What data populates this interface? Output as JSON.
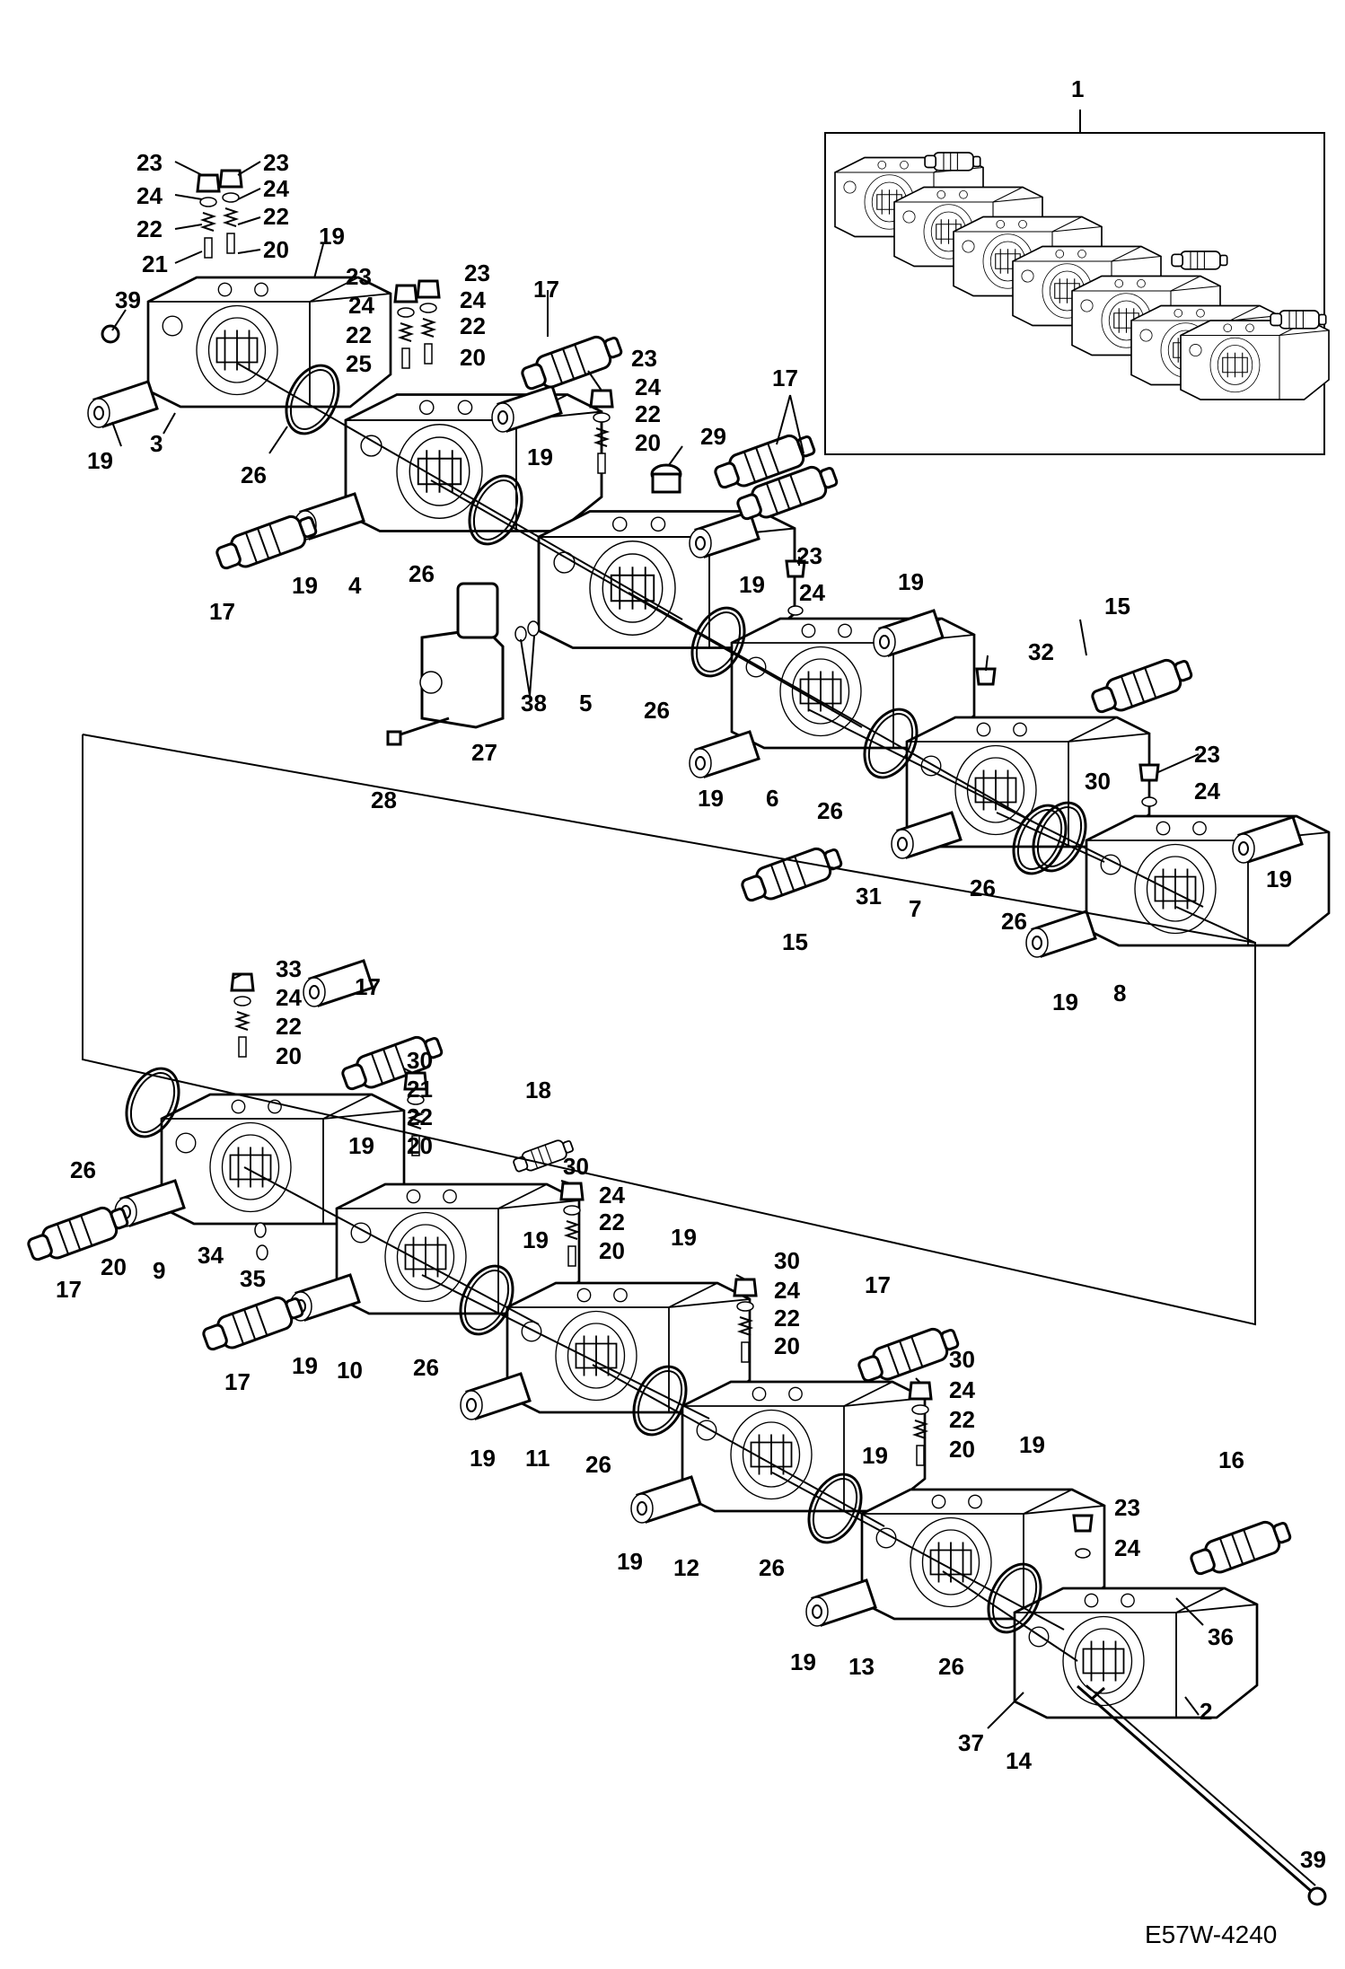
{
  "drawing_code": "E57W-4240",
  "callouts": [
    {
      "t": "1"
    },
    {
      "t": "23"
    },
    {
      "t": "23"
    },
    {
      "t": "24"
    },
    {
      "t": "24"
    },
    {
      "t": "22"
    },
    {
      "t": "22"
    },
    {
      "t": "21"
    },
    {
      "t": "20"
    },
    {
      "t": "19"
    },
    {
      "t": "39"
    },
    {
      "t": "19"
    },
    {
      "t": "3"
    },
    {
      "t": "26"
    },
    {
      "t": "23"
    },
    {
      "t": "23"
    },
    {
      "t": "24"
    },
    {
      "t": "24"
    },
    {
      "t": "22"
    },
    {
      "t": "22"
    },
    {
      "t": "25"
    },
    {
      "t": "20"
    },
    {
      "t": "17"
    },
    {
      "t": "19"
    },
    {
      "t": "17"
    },
    {
      "t": "19"
    },
    {
      "t": "4"
    },
    {
      "t": "23"
    },
    {
      "t": "24"
    },
    {
      "t": "22"
    },
    {
      "t": "20"
    },
    {
      "t": "29"
    },
    {
      "t": "17"
    },
    {
      "t": "26"
    },
    {
      "t": "19"
    },
    {
      "t": "38"
    },
    {
      "t": "5"
    },
    {
      "t": "27"
    },
    {
      "t": "28"
    },
    {
      "t": "23"
    },
    {
      "t": "24"
    },
    {
      "t": "19"
    },
    {
      "t": "26"
    },
    {
      "t": "19"
    },
    {
      "t": "6"
    },
    {
      "t": "15"
    },
    {
      "t": "32"
    },
    {
      "t": "26"
    },
    {
      "t": "30"
    },
    {
      "t": "23"
    },
    {
      "t": "24"
    },
    {
      "t": "31"
    },
    {
      "t": "7"
    },
    {
      "t": "26"
    },
    {
      "t": "26"
    },
    {
      "t": "19"
    },
    {
      "t": "15"
    },
    {
      "t": "19"
    },
    {
      "t": "8"
    },
    {
      "t": "33"
    },
    {
      "t": "24"
    },
    {
      "t": "22"
    },
    {
      "t": "20"
    },
    {
      "t": "17"
    },
    {
      "t": "26"
    },
    {
      "t": "19"
    },
    {
      "t": "17"
    },
    {
      "t": "20"
    },
    {
      "t": "9"
    },
    {
      "t": "34"
    },
    {
      "t": "35"
    },
    {
      "t": "30"
    },
    {
      "t": "21"
    },
    {
      "t": "22"
    },
    {
      "t": "20"
    },
    {
      "t": "18"
    },
    {
      "t": "19"
    },
    {
      "t": "17"
    },
    {
      "t": "19"
    },
    {
      "t": "10"
    },
    {
      "t": "26"
    },
    {
      "t": "30"
    },
    {
      "t": "24"
    },
    {
      "t": "22"
    },
    {
      "t": "20"
    },
    {
      "t": "19"
    },
    {
      "t": "19"
    },
    {
      "t": "11"
    },
    {
      "t": "26"
    },
    {
      "t": "30"
    },
    {
      "t": "24"
    },
    {
      "t": "22"
    },
    {
      "t": "20"
    },
    {
      "t": "17"
    },
    {
      "t": "19"
    },
    {
      "t": "19"
    },
    {
      "t": "12"
    },
    {
      "t": "26"
    },
    {
      "t": "30"
    },
    {
      "t": "24"
    },
    {
      "t": "22"
    },
    {
      "t": "20"
    },
    {
      "t": "19"
    },
    {
      "t": "19"
    },
    {
      "t": "13"
    },
    {
      "t": "26"
    },
    {
      "t": "16"
    },
    {
      "t": "23"
    },
    {
      "t": "24"
    },
    {
      "t": "36"
    },
    {
      "t": "2"
    },
    {
      "t": "37"
    },
    {
      "t": "14"
    },
    {
      "t": "39"
    }
  ]
}
